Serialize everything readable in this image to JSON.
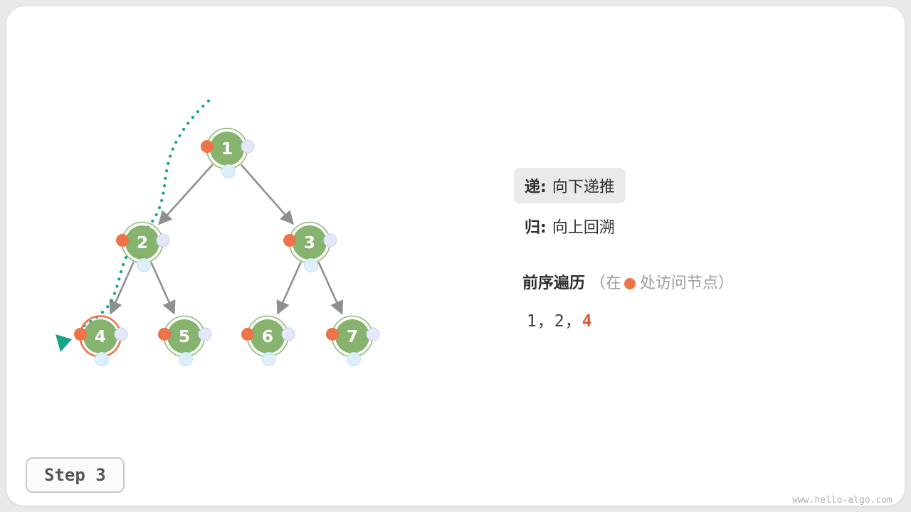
{
  "diagram": {
    "tree": {
      "nodes": [
        {
          "label": "1"
        },
        {
          "label": "2"
        },
        {
          "label": "3"
        },
        {
          "label": "4"
        },
        {
          "label": "5"
        },
        {
          "label": "6"
        },
        {
          "label": "7"
        }
      ],
      "edges": [
        "1→2",
        "1→3",
        "2→4",
        "2→5",
        "3→6",
        "3→7"
      ],
      "current_node": "4"
    }
  },
  "legend": {
    "recurse": {
      "prefix": "递:",
      "text": "向下递推"
    },
    "backtrack": {
      "prefix": "归:",
      "text": "向上回溯"
    },
    "traversal": {
      "title": "前序遍历",
      "note_before": "（在",
      "note_after": "处访问节点）"
    },
    "sequence": {
      "visited": "1，2，",
      "current": "4"
    }
  },
  "step": {
    "label": "Step 3"
  },
  "footer": {
    "watermark": "www.hello-algo.com"
  },
  "colors": {
    "node_green": "#86B46F",
    "visit_orange": "#ED7348",
    "trace_teal": "#17A385",
    "edge_gray": "#8F8F8F",
    "right_dot_lavender": "#E4E7F8",
    "bottom_dot_blue": "#DCEFFA"
  }
}
